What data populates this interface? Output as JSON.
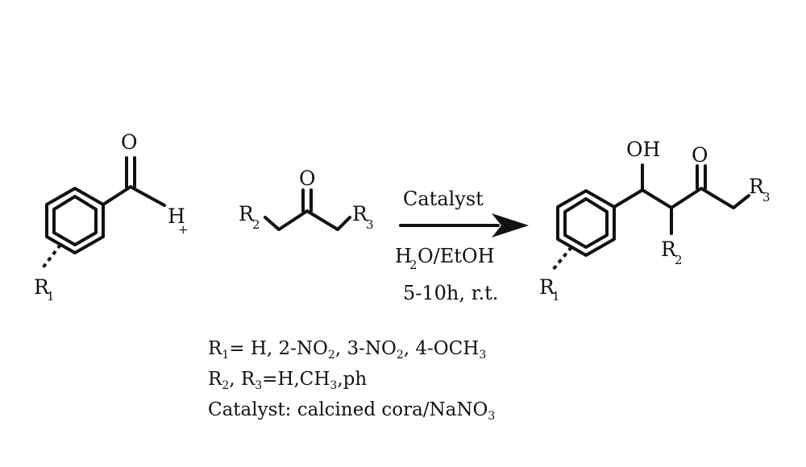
{
  "reactant1": {
    "carbonyl_o": "O",
    "aldehyde_h": "H",
    "substituent": "R",
    "substituent_sub": "1"
  },
  "plus_sign": "+",
  "reactant2": {
    "carbonyl_o": "O",
    "left_group": "R",
    "left_group_sub": "2",
    "right_group": "R",
    "right_group_sub": "3"
  },
  "conditions": {
    "catalyst": "Catalyst",
    "solvent_h": "H",
    "solvent_h_sub": "2",
    "solvent_rest": "O/EtOH",
    "time_temp": "5-10h, r.t."
  },
  "product": {
    "hydroxyl": "OH",
    "carbonyl_o": "O",
    "r1": "R",
    "r1_sub": "1",
    "r2": "R",
    "r2_sub": "2",
    "r3": "R",
    "r3_sub": "3"
  },
  "notes": {
    "line1": {
      "a": "R",
      "a_sub": "1",
      "b": "= H, 2-NO",
      "b_sub": "2",
      "c": ", 3-NO",
      "c_sub": "2",
      "d": ", 4-OCH",
      "d_sub": "3"
    },
    "line2": {
      "a": "R",
      "a_sub": "2",
      "b": ", R",
      "b_sub": "3",
      "c": "=H,CH",
      "c_sub": "3",
      "d": ",ph"
    },
    "line3": {
      "a": "Catalyst: calcined cora/NaNO",
      "a_sub": "3"
    }
  }
}
